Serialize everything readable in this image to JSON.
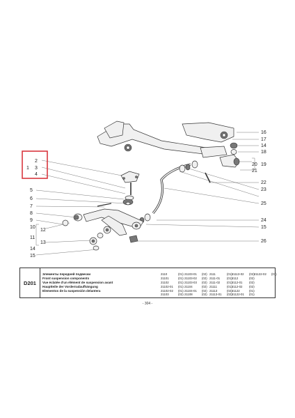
{
  "callouts": {
    "c1": "1",
    "c2": "2",
    "c3": "3",
    "c4": "4",
    "c5": "5",
    "c6": "6",
    "c7": "7",
    "c8": "8",
    "c9": "9",
    "c10": "10",
    "c11": "11",
    "c12": "12",
    "c13": "13",
    "c14a": "14",
    "c14b": "14",
    "c15a": "15",
    "c15b": "15",
    "c16": "16",
    "c17": "17",
    "c18": "18",
    "c19": "19",
    "c20": "20",
    "c21": "21",
    "c22": "22",
    "c23": "23",
    "c24": "24",
    "c25": "25",
    "c26": "26"
  },
  "highlight_color": "#d9363e",
  "table": {
    "code": "D201",
    "titles": [
      "Элементы передней подвески",
      "Front suspension components",
      "Vue éclatée d'un élément de suspension avant",
      "Hauptteile der Vorderradaufhängung",
      "Elementos de la suspensión delantera"
    ],
    "models": [
      [
        {
          "m": "2110",
          "v": "(01)"
        },
        {
          "m": "21101",
          "v": "(01)"
        },
        {
          "m": "21102",
          "v": "(01)"
        },
        {
          "m": "21102-01",
          "v": "(01)"
        },
        {
          "m": "21102-02",
          "v": "(01)"
        },
        {
          "m": "21103",
          "v": "(02)"
        }
      ],
      [
        {
          "m": "21103-01",
          "v": "(02)"
        },
        {
          "m": "21103-02",
          "v": "(02)"
        },
        {
          "m": "21103-03",
          "v": "(02)"
        },
        {
          "m": "21104",
          "v": "(02)"
        },
        {
          "m": "21104-01",
          "v": "(02)"
        },
        {
          "m": "21108",
          "v": "(02)"
        }
      ],
      [
        {
          "m": "2111",
          "v": "(01)"
        },
        {
          "m": "2111-01",
          "v": "(01)"
        },
        {
          "m": "2111-02",
          "v": "(01)"
        },
        {
          "m": "21111",
          "v": "(01)"
        },
        {
          "m": "21113",
          "v": "(02)"
        },
        {
          "m": "21113-01",
          "v": "(02)"
        }
      ],
      [
        {
          "m": "21113-02",
          "v": "(02)"
        },
        {
          "m": "2112",
          "v": "(02)"
        },
        {
          "m": "2112-01",
          "v": "(02)"
        },
        {
          "m": "2112-02",
          "v": "(02)"
        },
        {
          "m": "21122",
          "v": "(01)"
        },
        {
          "m": "21122-01",
          "v": "(01)"
        }
      ],
      [
        {
          "m": "21122-02",
          "v": "(01)"
        }
      ]
    ]
  },
  "page_number": "- 304 -"
}
